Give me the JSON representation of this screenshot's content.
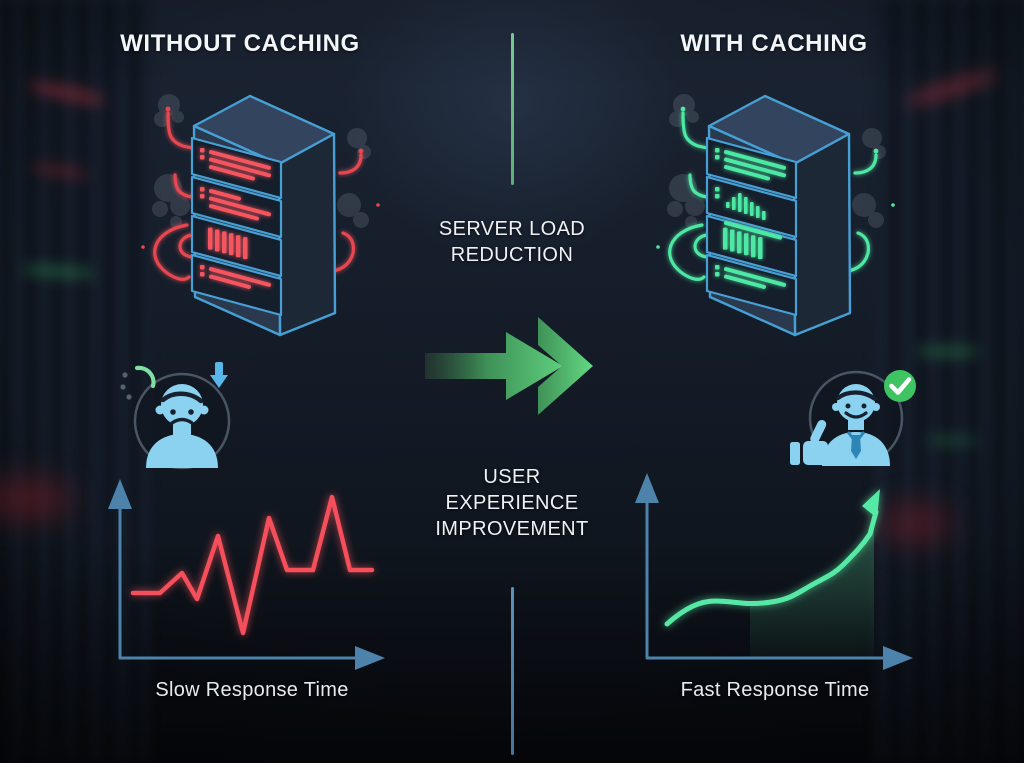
{
  "header": {
    "left_title": "WITHOUT CACHING",
    "right_title": "WITH CACHING"
  },
  "center": {
    "server_label": "SERVER LOAD\nREDUCTION",
    "user_label": "USER\nEXPERIENCE\nIMPROVEMENT",
    "arrow_icon": "double-chevron-right-arrow"
  },
  "panels": {
    "left": {
      "title": "WITHOUT CACHING",
      "chart_caption": "Slow Response Time",
      "icons": [
        "server-rack-overloaded-icon",
        "smoke-icon",
        "red-cable-decoration",
        "sad-user-icon",
        "loading-spinner-icon",
        "down-arrow-icon",
        "line-chart-jagged"
      ]
    },
    "right": {
      "title": "WITH CACHING",
      "chart_caption": "Fast Response Time",
      "icons": [
        "server-rack-healthy-icon",
        "smoke-icon",
        "green-cable-decoration",
        "happy-user-icon",
        "check-circle-icon",
        "thumbs-up-icon",
        "line-chart-rising"
      ]
    }
  },
  "colors": {
    "background": "#141b27",
    "error_red": "#f4505a",
    "success_green": "#57e9a5",
    "arrow_green": "#55c878",
    "axis_blue": "#4d82ab",
    "server_outline_blue": "#46a0d5",
    "user_blue": "#8ad2f0",
    "check_green": "#3fc463",
    "text_white": "#f2f5f8"
  },
  "chart_data": [
    {
      "type": "line",
      "title": "Slow Response Time",
      "xlabel": "",
      "ylabel": "",
      "x": [
        0,
        1,
        2,
        3,
        4,
        5,
        6,
        7,
        8,
        9,
        10,
        11
      ],
      "series": [
        {
          "name": "response-time-without-caching",
          "values": [
            65,
            65,
            85,
            59,
            122,
            25,
            140,
            88,
            88,
            161,
            88,
            88
          ]
        }
      ],
      "axis_ticks": "none",
      "grid": false,
      "legend": false,
      "line_color": "#f4505a",
      "style": "volatile jagged red line with neon glow, plain blue L-axes with arrowheads"
    },
    {
      "type": "line",
      "title": "Fast Response Time",
      "xlabel": "",
      "ylabel": "",
      "x": [
        0,
        1,
        2,
        3,
        4,
        5,
        6
      ],
      "series": [
        {
          "name": "performance-with-caching",
          "values": [
            34,
            57,
            55,
            71,
            91,
            122,
            152
          ]
        }
      ],
      "axis_ticks": "none",
      "grid": false,
      "legend": false,
      "line_color": "#57e9a5",
      "style": "smooth green upward curve ending in an arrowhead, soft green area fill, plain blue L-axes with arrowheads"
    }
  ]
}
